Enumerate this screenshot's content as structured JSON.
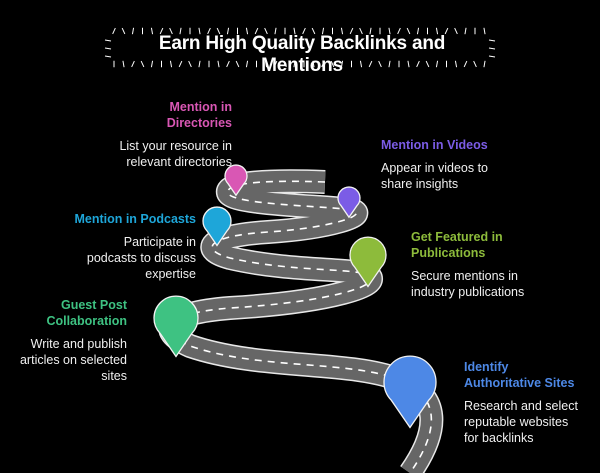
{
  "title": "Earn High Quality Backlinks and Mentions",
  "steps": [
    {
      "heading": "Mention in Directories",
      "heading_lines": [
        "Mention in",
        "Directories"
      ],
      "description_lines": [
        "List your resource in",
        "relevant directories"
      ],
      "color": "#d957b4"
    },
    {
      "heading": "Mention in Videos",
      "heading_lines": [
        "Mention in Videos"
      ],
      "description_lines": [
        "Appear in videos to",
        "share insights"
      ],
      "color": "#7b5ce6"
    },
    {
      "heading": "Mention in Podcasts",
      "heading_lines": [
        "Mention in Podcasts"
      ],
      "description_lines": [
        "Participate in",
        "podcasts to discuss",
        "expertise"
      ],
      "color": "#1ea6d9"
    },
    {
      "heading": "Get Featured in Publications",
      "heading_lines": [
        "Get Featured in",
        "Publications"
      ],
      "description_lines": [
        "Secure mentions in",
        "industry publications"
      ],
      "color": "#8dbb3b"
    },
    {
      "heading": "Guest Post Collaboration",
      "heading_lines": [
        "Guest Post",
        "Collaboration"
      ],
      "description_lines": [
        "Write and publish",
        "articles on selected",
        "sites"
      ],
      "color": "#3ec282"
    },
    {
      "heading": "Identify Authoritative Sites",
      "heading_lines": [
        "Identify",
        "Authoritative Sites"
      ],
      "description_lines": [
        "Research and select",
        "reputable websites",
        "for backlinks"
      ],
      "color": "#4d88e6"
    }
  ],
  "colors": {
    "background": "#000000",
    "road": "#666666",
    "road_edge": "#e8e8e8",
    "text": "#ffffff"
  }
}
